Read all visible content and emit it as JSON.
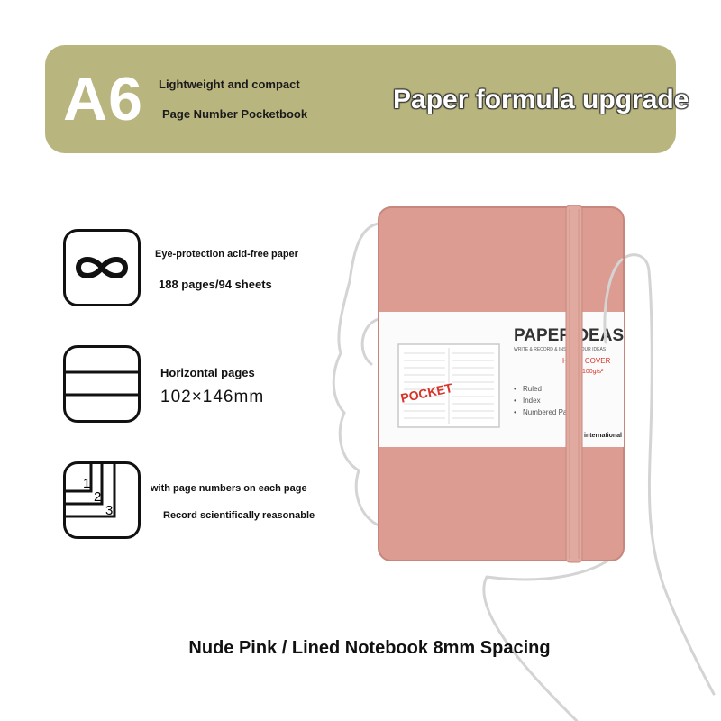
{
  "banner": {
    "size": "A6",
    "line1": "Lightweight and compact",
    "line2": "Page Number Pocketbook",
    "headline": "Paper formula upgrade",
    "color": "#b9b57e"
  },
  "features": [
    {
      "icon": "infinity-icon",
      "line1": "Eye-protection acid-free paper",
      "line2": "188 pages/94 sheets"
    },
    {
      "icon": "horizontal-lines-icon",
      "line1": "Horizontal pages",
      "line2": "102×146mm"
    },
    {
      "icon": "page-numbers-icon",
      "line1": "with page numbers on each page",
      "line2": "Record scientifically reasonable",
      "digits": [
        "1",
        "2",
        "3"
      ]
    }
  ],
  "notebook": {
    "cover_color": "#dc9c92",
    "brand": "PAPERIDEAS",
    "tagline": "WRITE & RECORD & INSPIRE YOUR IDEAS",
    "cover_type": "HARD COVER",
    "paper_weight": "100g/s²",
    "badge": "POCKET",
    "bullets": [
      "Ruled",
      "Index",
      "Numbered Pages"
    ],
    "international": "international"
  },
  "caption": "Nude Pink / Lined Notebook 8mm Spacing"
}
